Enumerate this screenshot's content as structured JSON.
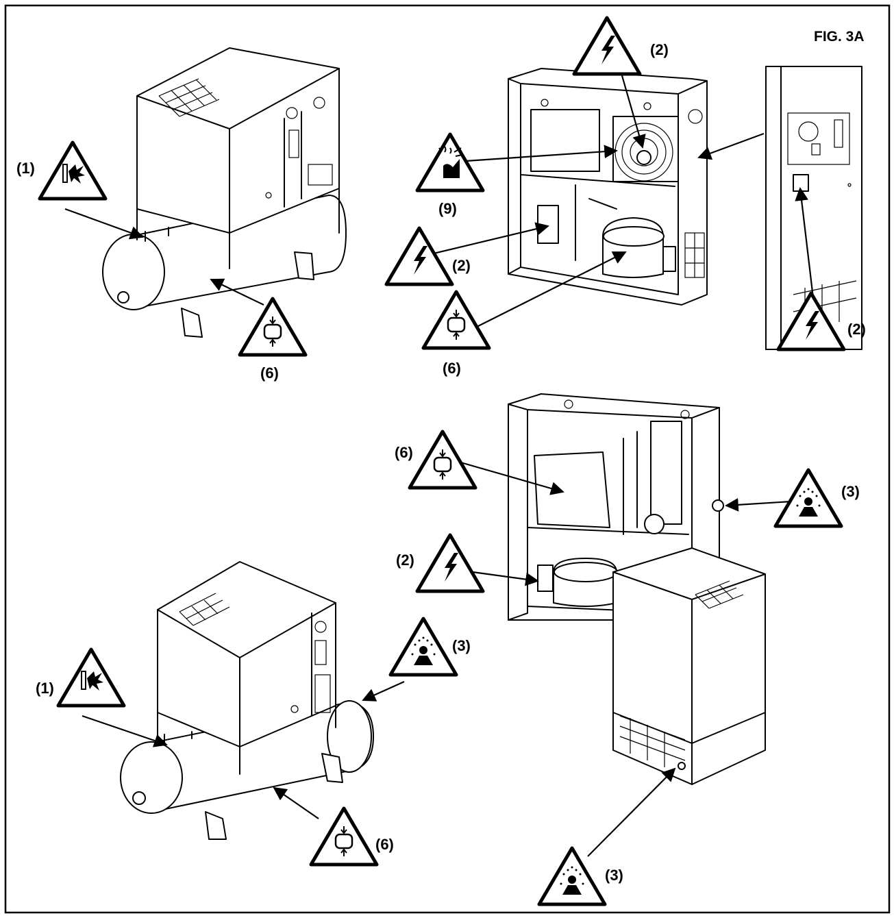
{
  "figure": {
    "title": "FIG. 3A"
  },
  "labels": {
    "tank_top_explosion": "(1)",
    "tank_top_pressure": "(6)",
    "dryer_fan_electric": "(2)",
    "dryer_fan_hot": "(9)",
    "dryer_valve_electric": "(2)",
    "dryer_compressor_pressure": "(6)",
    "panel_switch_electric": "(2)",
    "rear_dryer_pressure": "(6)",
    "rear_dryer_outlet_air": "(3)",
    "rear_dryer_electric": "(2)",
    "tank_bottom_air": "(3)",
    "tank_bottom_explosion": "(1)",
    "tank_bottom_pressure": "(6)",
    "small_dryer_air": "(3)"
  },
  "icons": {
    "explosion": "explosion-warning-icon",
    "electric": "electric-shock-warning-icon",
    "pressure": "pressure-vessel-warning-icon",
    "hot": "hot-surface-warning-icon",
    "air": "compressed-air-warning-icon"
  }
}
